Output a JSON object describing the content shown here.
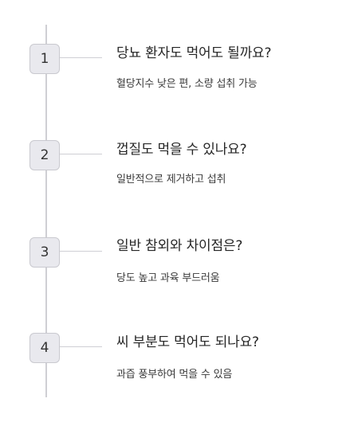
{
  "faq": {
    "items": [
      {
        "number": "1",
        "question": "당뇨 환자도 먹어도 될까요?",
        "answer": "혈당지수 낮은 편, 소량 섭취 가능"
      },
      {
        "number": "2",
        "question": "껍질도 먹을 수 있나요?",
        "answer": "일반적으로 제거하고 섭취"
      },
      {
        "number": "3",
        "question": "일반 참외와 차이점은?",
        "answer": "당도 높고 과육 부드러움"
      },
      {
        "number": "4",
        "question": "씨 부분도 먹어도 되나요?",
        "answer": "과즙 풍부하여 먹을 수 있음"
      }
    ]
  }
}
